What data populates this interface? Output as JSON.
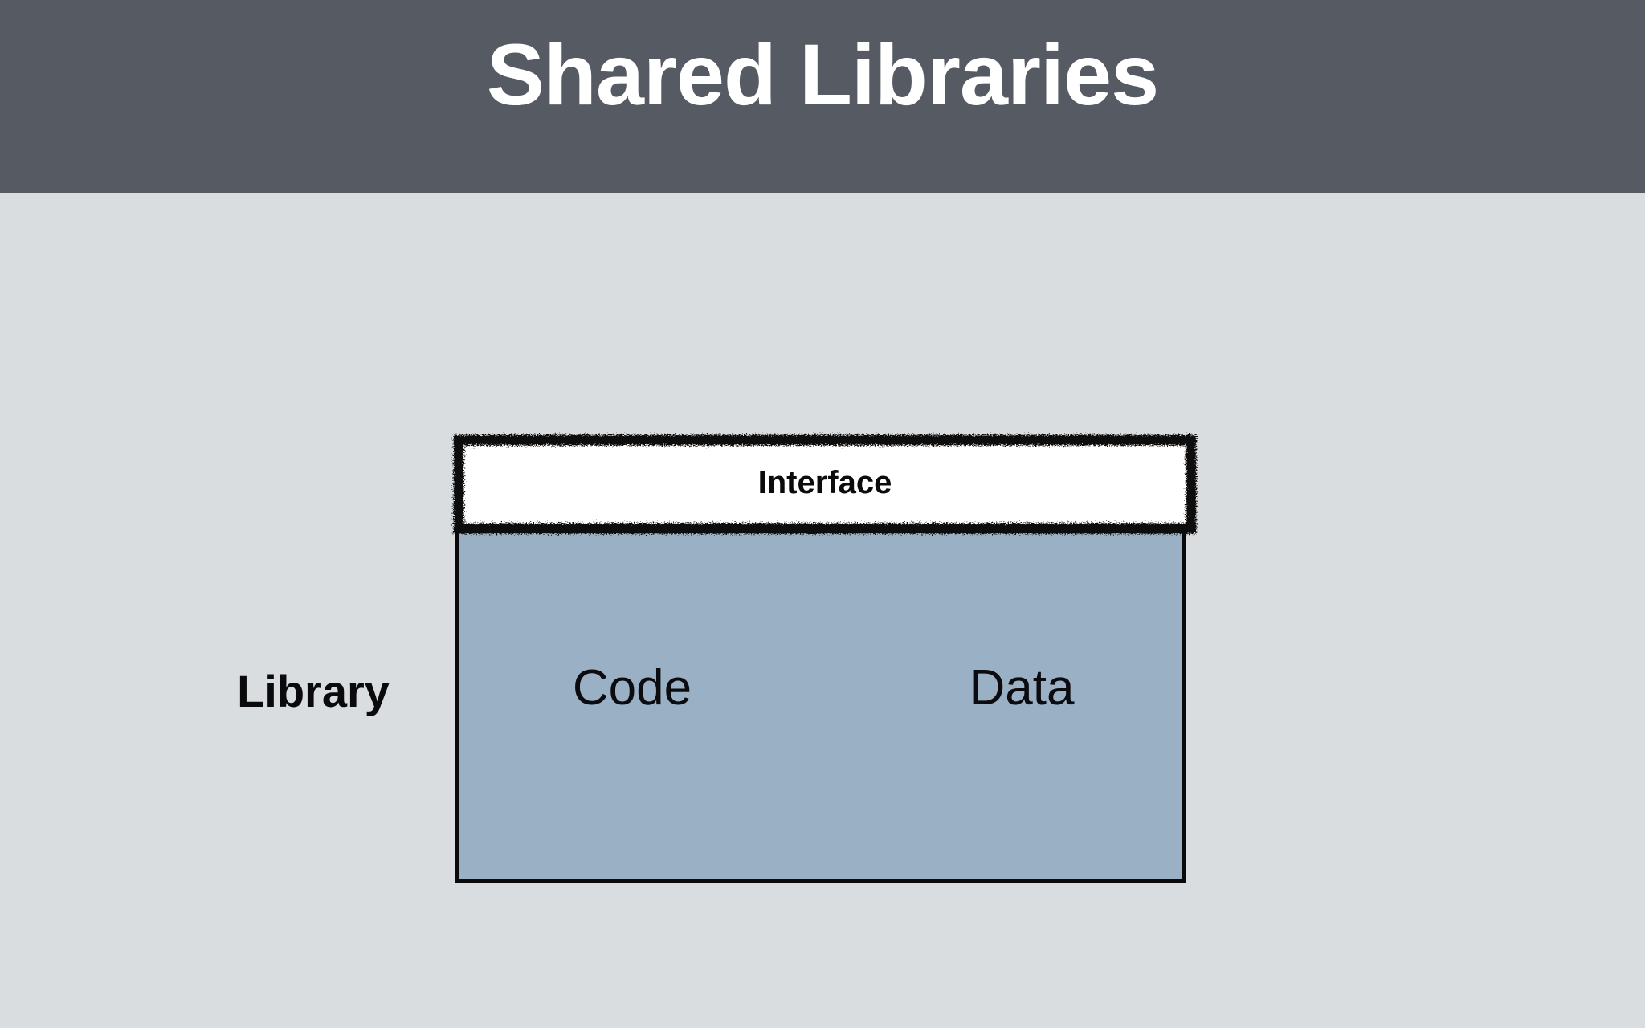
{
  "header": {
    "title": "Shared Libraries",
    "background_color": "#565b63",
    "text_color": "#ffffff"
  },
  "canvas": {
    "background_color": "#d9dde0"
  },
  "diagram": {
    "type": "block-diagram",
    "caption": "Library",
    "interface": {
      "label": "Interface",
      "fill_color": "#ffffff",
      "border_style": "sketchy-marker",
      "border_color": "#0a0a0a"
    },
    "library": {
      "fill_color": "#9ab0c4",
      "border_color": "#0a0a0a",
      "segments": [
        {
          "label": "Code"
        },
        {
          "label": "Data"
        }
      ]
    }
  }
}
